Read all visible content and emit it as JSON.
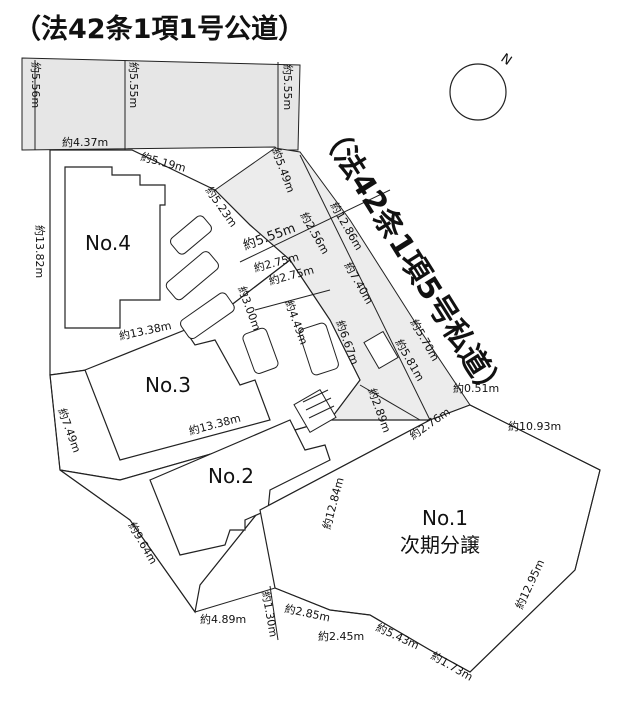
{
  "road_public": "（法42条1項1号公道）",
  "road_private": "（法42条1項5号私道）",
  "compass": {
    "label": "N",
    "icon": "north-arrow-icon"
  },
  "lots": {
    "no4": "No.4",
    "no3": "No.3",
    "no2": "No.2",
    "no1_line1": "No.1",
    "no1_line2": "次期分譲"
  },
  "dims": {
    "d_556": "約5.56m",
    "d_555a": "約5.55m",
    "d_555b": "約5.55m",
    "d_437": "約4.37m",
    "d_519": "約5.19m",
    "d_549": "約5.49m",
    "d_523": "約5.23m",
    "d_555c": "約5.55m",
    "d_1286": "約12.86m",
    "d_256": "約2.56m",
    "d_275a": "約2.75m",
    "d_275b": "約2.75m",
    "d_740": "約7.40m",
    "d_1382": "約13.82m",
    "d_1338a": "約13.38m",
    "d_300": "約3.00m",
    "d_449": "約4.49m",
    "d_667": "約6.67m",
    "d_570": "約5.70m",
    "d_581": "約5.81m",
    "d_051": "約0.51m",
    "d_1093": "約10.93m",
    "d_289": "約2.89m",
    "d_749": "約7.49m",
    "d_1338b": "約13.38m",
    "d_276": "約2.76m",
    "d_1284": "約12.84m",
    "d_964": "約9.64m",
    "d_1295": "約12.95m",
    "d_489": "約4.89m",
    "d_130": "約1.30m",
    "d_285": "約2.85m",
    "d_245": "約2.45m",
    "d_543": "約5.43m",
    "d_173": "約1.73m"
  }
}
